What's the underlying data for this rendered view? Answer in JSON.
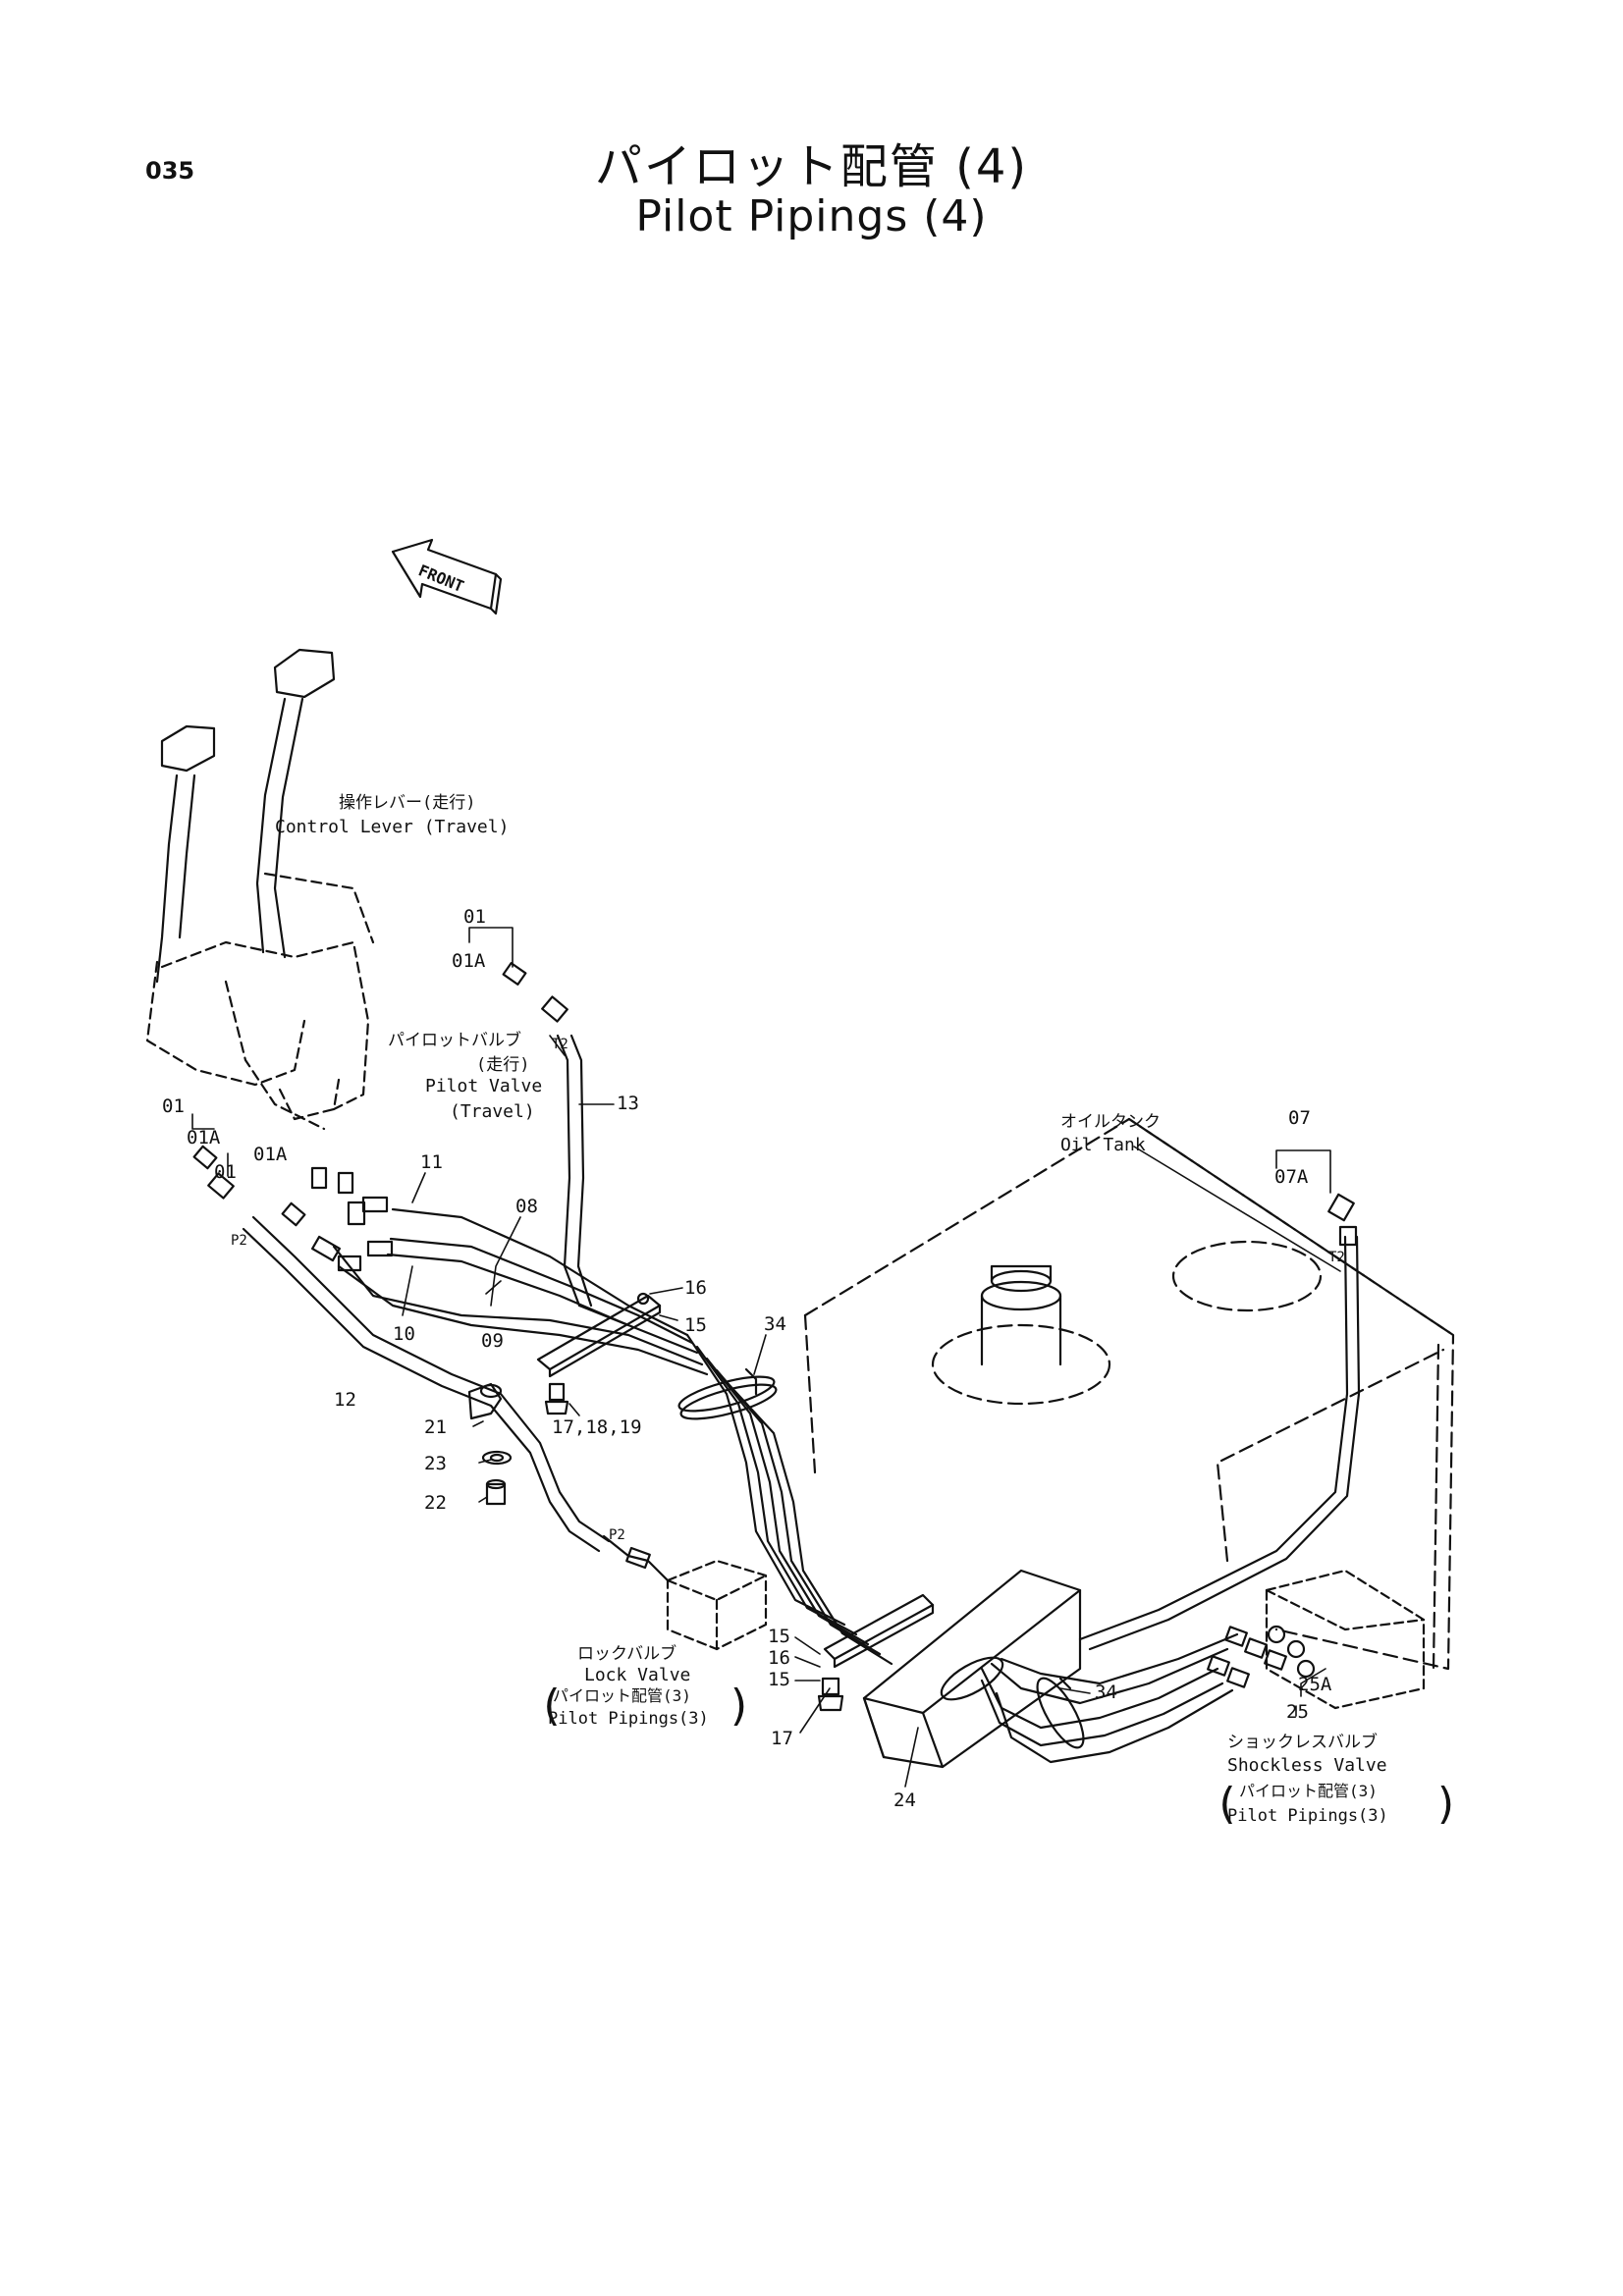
{
  "page_number": "035",
  "title_jp": "パイロット配管 (4)",
  "title_en": "Pilot Pipings (4)",
  "front_arrow": "FRONT",
  "annotations": {
    "control_lever_jp": "操作レバー(走行)",
    "control_lever_en": "Control Lever (Travel)",
    "pilot_valve_jp": "パイロットバルブ",
    "pilot_valve_jp2": "(走行)",
    "pilot_valve_en": "Pilot Valve",
    "pilot_valve_en2": "(Travel)",
    "oil_tank_jp": "オイルタンク",
    "oil_tank_en": "Oil Tank",
    "lock_valve_jp": "ロックバルブ",
    "lock_valve_en": "Lock Valve",
    "lock_ref_jp": "パイロット配管(3)",
    "lock_ref_en": "Pilot Pipings(3)",
    "shockless_jp": "ショックレスバルブ",
    "shockless_en": "Shockless Valve",
    "shockless_ref_jp": "パイロット配管(3)",
    "shockless_ref_en": "Pilot Pipings(3)"
  },
  "callouts": {
    "c01_top": "01",
    "c01a_top": "01A",
    "t2_top": "T2",
    "c13": "13",
    "c01_left": "01",
    "c01a_left": "01A",
    "c01_left2": "01",
    "c01a_mid": "01A",
    "c11": "11",
    "c08": "08",
    "c16_top": "16",
    "c15_top": "15",
    "c10": "10",
    "c09": "09",
    "c12": "12",
    "p2_left": "P2",
    "c21": "21",
    "c23": "23",
    "c22": "22",
    "c171819": "17,18,19",
    "c34_top": "34",
    "p2_mid": "P2",
    "c07": "07",
    "c07a": "07A",
    "t2_right": "T2",
    "c15_b1": "15",
    "c16_b": "16",
    "c15_b2": "15",
    "c17": "17",
    "c24": "24",
    "c34_bottom": "34",
    "c25a": "25A",
    "c25": "25"
  }
}
